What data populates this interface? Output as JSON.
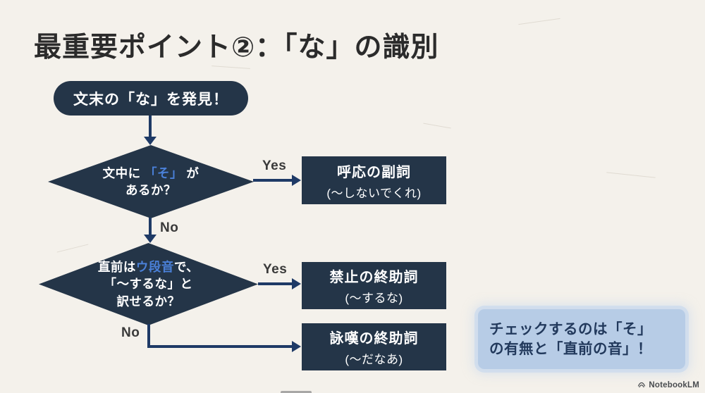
{
  "title": "最重要ポイント②：「な」の識別",
  "flow": {
    "start": "文末の「な」を発見！",
    "decision1": {
      "l1a": "文中に ",
      "l1b": "「そ」",
      "l1c": " が",
      "l2": "あるか？"
    },
    "decision2": {
      "l1a": "直前は",
      "l1b": "ウ段音",
      "l1c": "で、",
      "l2": "「〜するな」と",
      "l3": "訳せるか？"
    },
    "labels": {
      "yes1": "Yes",
      "no1": "No",
      "yes2": "Yes",
      "no2": "No"
    },
    "result1": {
      "title": "呼応の副詞",
      "sub": "(〜しないでくれ)"
    },
    "result2": {
      "title": "禁止の終助詞",
      "sub": "(〜するな)"
    },
    "result3": {
      "title": "詠嘆の終助詞",
      "sub": "(〜だなあ)"
    }
  },
  "callout": {
    "line1": "チェックするのは「そ」",
    "line2": "の有無と「直前の音」！"
  },
  "watermark": {
    "brand": "NotebookLM"
  },
  "colors": {
    "background": "#f4f1eb",
    "node_navy": "#243548",
    "arrow_navy": "#1e3a66",
    "accent_blue": "#4a80d8",
    "callout_bg": "#b7cce6",
    "callout_text": "#22395c",
    "title_text": "#2b2b2b"
  }
}
